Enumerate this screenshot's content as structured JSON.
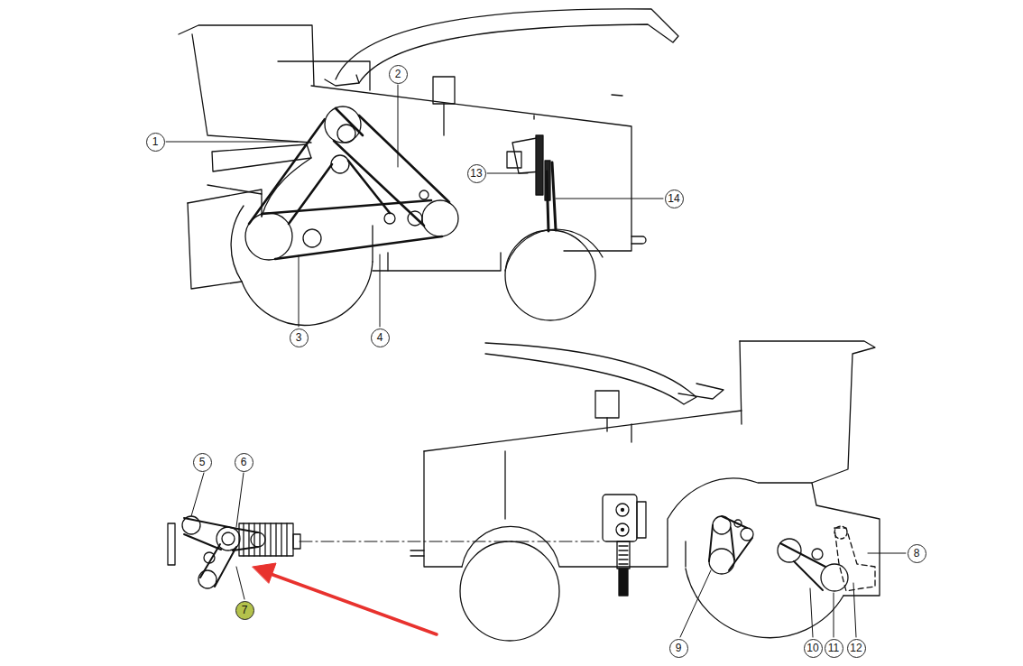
{
  "diagram": {
    "nodes": [
      {
        "text": [
          "1"
        ]
      },
      {
        "text": [
          "2"
        ]
      },
      {
        "text": [
          "3"
        ]
      },
      {
        "text": [
          "4"
        ]
      },
      {
        "text": [
          "5"
        ]
      },
      {
        "text": [
          "6"
        ]
      },
      {
        "text": [
          "7"
        ]
      },
      {
        "text": [
          "8"
        ]
      },
      {
        "text": [
          "9"
        ]
      },
      {
        "text": [
          "10"
        ]
      },
      {
        "text": [
          "11"
        ]
      },
      {
        "text": [
          "12"
        ]
      },
      {
        "text": [
          "13"
        ]
      },
      {
        "text": [
          "14"
        ]
      }
    ]
  }
}
